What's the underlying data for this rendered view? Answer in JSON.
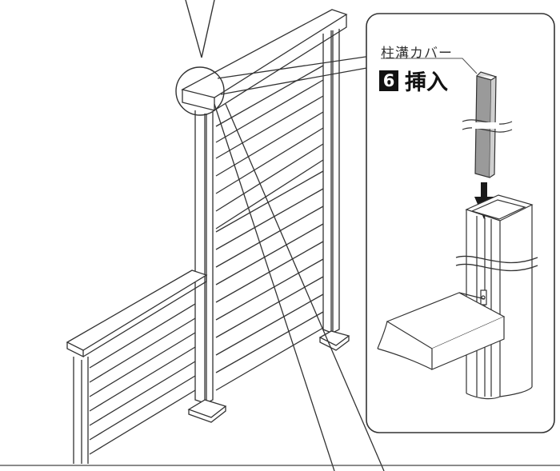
{
  "callout": {
    "part_label": "柱溝カバー",
    "step_number": "6",
    "step_text": "挿入"
  },
  "colors": {
    "line": "#333333",
    "cover_fill": "#9a9a9a",
    "arrow": "#1a1a1a",
    "panel_border": "#333333"
  }
}
